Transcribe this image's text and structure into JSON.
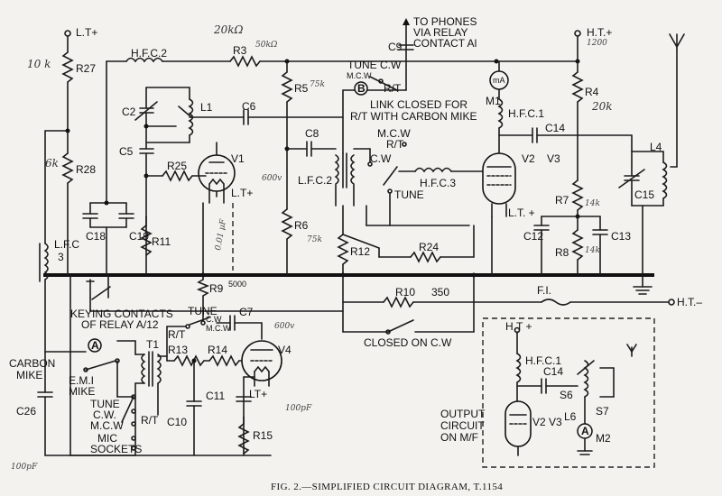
{
  "caption": "FIG. 2.—SIMPLIFIED CIRCUIT DIAGRAM, T.1154",
  "labels": {
    "lt_plus_top": "L.T+",
    "ht_plus_top": "H.T.+",
    "ht_minus": "H.T.–",
    "to_phones": "TO PHONES",
    "via_relay": "VIA RELAY",
    "contact_a1": "CONTACT Al",
    "tune_cw": "TUNE C.W",
    "mcw_small": "M.C.W",
    "r_t": "R/T",
    "link_closed_1": "LINK CLOSED FOR",
    "link_closed_2": "R/T WITH CARBON MIKE",
    "mcw_2": "M.C.W",
    "r_t_2": "R/T",
    "cw_2": "C.W",
    "tune_2": "TUNE",
    "keying_1": "KEYING CONTACTS",
    "keying_2": "OF RELAY A/12",
    "tune_3": "TUNE",
    "cw_3": "C.W",
    "mcw_3": "M.C.W",
    "r_t_3": "R/T",
    "closed_on_cw": "CLOSED ON C.W",
    "carbon": "CARBON",
    "mike": "MIKE",
    "emi": "E.M.I",
    "emi_mike": "MIKE",
    "tune_4": "TUNE",
    "cw_4": "C.W.",
    "mcw_4": "M.C.W",
    "r_t_4": "R/T",
    "mic": "MIC",
    "sockets": "SOCKETS",
    "output_1": "OUTPUT",
    "output_2": "CIRCUIT",
    "output_3": "ON M/F",
    "ht_plus_box": "H.T +",
    "lt_plus_v1": "L.T+",
    "lt_plus_v2": "L.T. +",
    "lt_plus_v4": "LT+"
  },
  "components": {
    "R27": "R27",
    "R28": "R28",
    "R3": "R3",
    "R5": "R5",
    "R6": "R6",
    "R4": "R4",
    "R7": "R7",
    "R8": "R8",
    "R9": "R9",
    "R9_val": "5000",
    "R10": "R10",
    "R10_val": "350",
    "R11": "R11",
    "R12": "R12",
    "R13": "R13",
    "R14": "R14",
    "R15": "R15",
    "R24": "R24",
    "R25": "R25",
    "C2": "C2",
    "C5": "C5",
    "C6": "C6",
    "C7": "C7",
    "C8": "C8",
    "C9": "C9",
    "C10": "C10",
    "C11": "C11",
    "C12": "C12",
    "C13": "C13",
    "C14": "C14",
    "C15": "C15",
    "C18": "C18",
    "C19": "C19",
    "C26": "C26",
    "C14b": "C14",
    "L1": "L1",
    "L4": "L4",
    "L6": "L6",
    "HFC2": "H.F.C.2",
    "HFC1": "H.F.C.1",
    "HFC3": "H.F.C.3",
    "HFC1b": "H.F.C.1",
    "LFC2": "L.F.C.2",
    "LFC3_a": "L.F.C",
    "LFC3_b": "3",
    "FI": "F.I.",
    "V1": "V1",
    "V2": "V2",
    "V3": "V3",
    "V4": "V4",
    "V2V3": "V2 V3",
    "T1": "T1",
    "M1": "M1",
    "M2": "M2",
    "S6": "S6",
    "S7": "S7",
    "mA": "mA",
    "meterA": "A",
    "meterB": "B",
    "meterA2": "A"
  },
  "handwritten": {
    "r3_val": "20kΩ",
    "r3_val2": "50kΩ",
    "r27_val": "10 k",
    "r28_val": "6k",
    "r5_val": "75k",
    "r6_val": "75k",
    "r4_val": "20k",
    "r7_val": "14k",
    "r8_val": "14k",
    "ht_val": "1200",
    "v1_val": "600v",
    "c14_note": "600v",
    "cap_note": "100pF",
    "c26_note": "100pF",
    "side_note": "0.01 µF"
  }
}
